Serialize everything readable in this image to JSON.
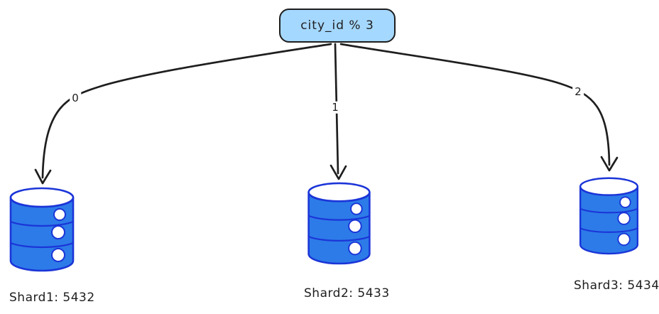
{
  "diagram": {
    "hash_node": {
      "label": "city_id % 3"
    },
    "edges": [
      {
        "label": "0"
      },
      {
        "label": "1"
      },
      {
        "label": "2"
      }
    ],
    "shards": [
      {
        "label": "Shard1: 5432"
      },
      {
        "label": "Shard2: 5433"
      },
      {
        "label": "Shard3: 5434"
      }
    ],
    "colors": {
      "background": "#ffffff",
      "text": "#1e1e1e",
      "node_fill": "#a5d8ff",
      "node_stroke": "#1e1e1e",
      "arrow": "#1e1e1e",
      "db_fill": "#2d7be8",
      "db_stroke": "#1b35d8"
    }
  }
}
